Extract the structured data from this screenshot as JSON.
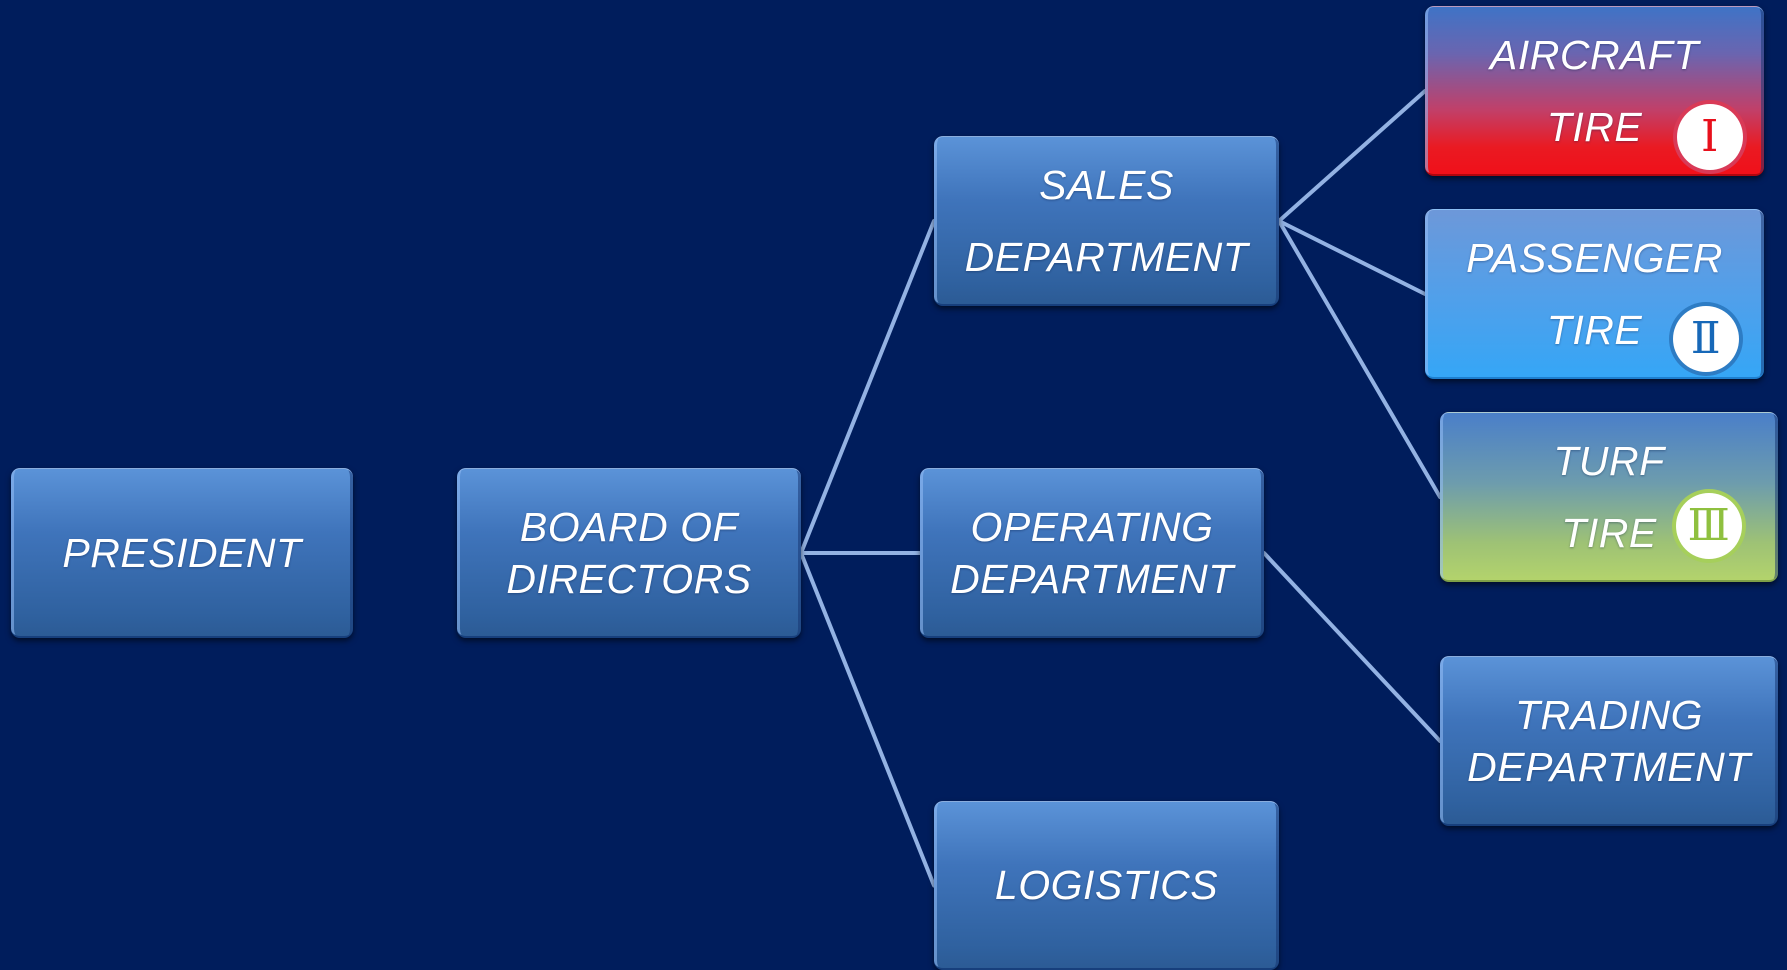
{
  "colors": {
    "background": "#001d5c",
    "box_blue": "#3f74bb",
    "connector": "#93b2e3",
    "aircraft_red": "#e8101c",
    "passenger_sky": "#35a6f6",
    "turf_green": "#b3d36c"
  },
  "nodes": {
    "president": {
      "lines": [
        "PRESIDENT"
      ]
    },
    "board": {
      "lines": [
        "BOARD OF",
        "DIRECTORS"
      ]
    },
    "sales": {
      "lines": [
        "SALES",
        "DEPARTMENT"
      ]
    },
    "operating": {
      "lines": [
        "OPERATING",
        "DEPARTMENT"
      ]
    },
    "logistics": {
      "lines": [
        "LOGISTICS"
      ]
    },
    "aircraft": {
      "lines": [
        "AIRCRAFT",
        "TIRE"
      ],
      "badge": "Ⅰ"
    },
    "passenger": {
      "lines": [
        "PASSENGER",
        "TIRE"
      ],
      "badge": "Ⅱ"
    },
    "turf": {
      "lines": [
        "TURF",
        "TIRE"
      ],
      "badge": "Ⅲ"
    },
    "trading": {
      "lines": [
        "TRADING",
        "DEPARTMENT"
      ]
    }
  },
  "connections": [
    [
      "board",
      "sales"
    ],
    [
      "board",
      "operating"
    ],
    [
      "board",
      "logistics"
    ],
    [
      "sales",
      "aircraft"
    ],
    [
      "sales",
      "passenger"
    ],
    [
      "sales",
      "turf"
    ],
    [
      "operating",
      "trading"
    ]
  ]
}
